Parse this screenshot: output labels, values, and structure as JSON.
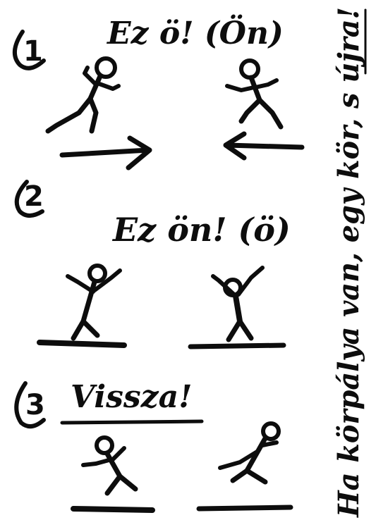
{
  "steps": [
    {
      "number": "1",
      "caption": "Ez ö! (Ön)"
    },
    {
      "number": "2",
      "caption": "Ez ön! (ö)"
    },
    {
      "number": "3",
      "caption": "Vissza!"
    }
  ],
  "side_note": "Ha körpálya van, egy kör, s újra!"
}
